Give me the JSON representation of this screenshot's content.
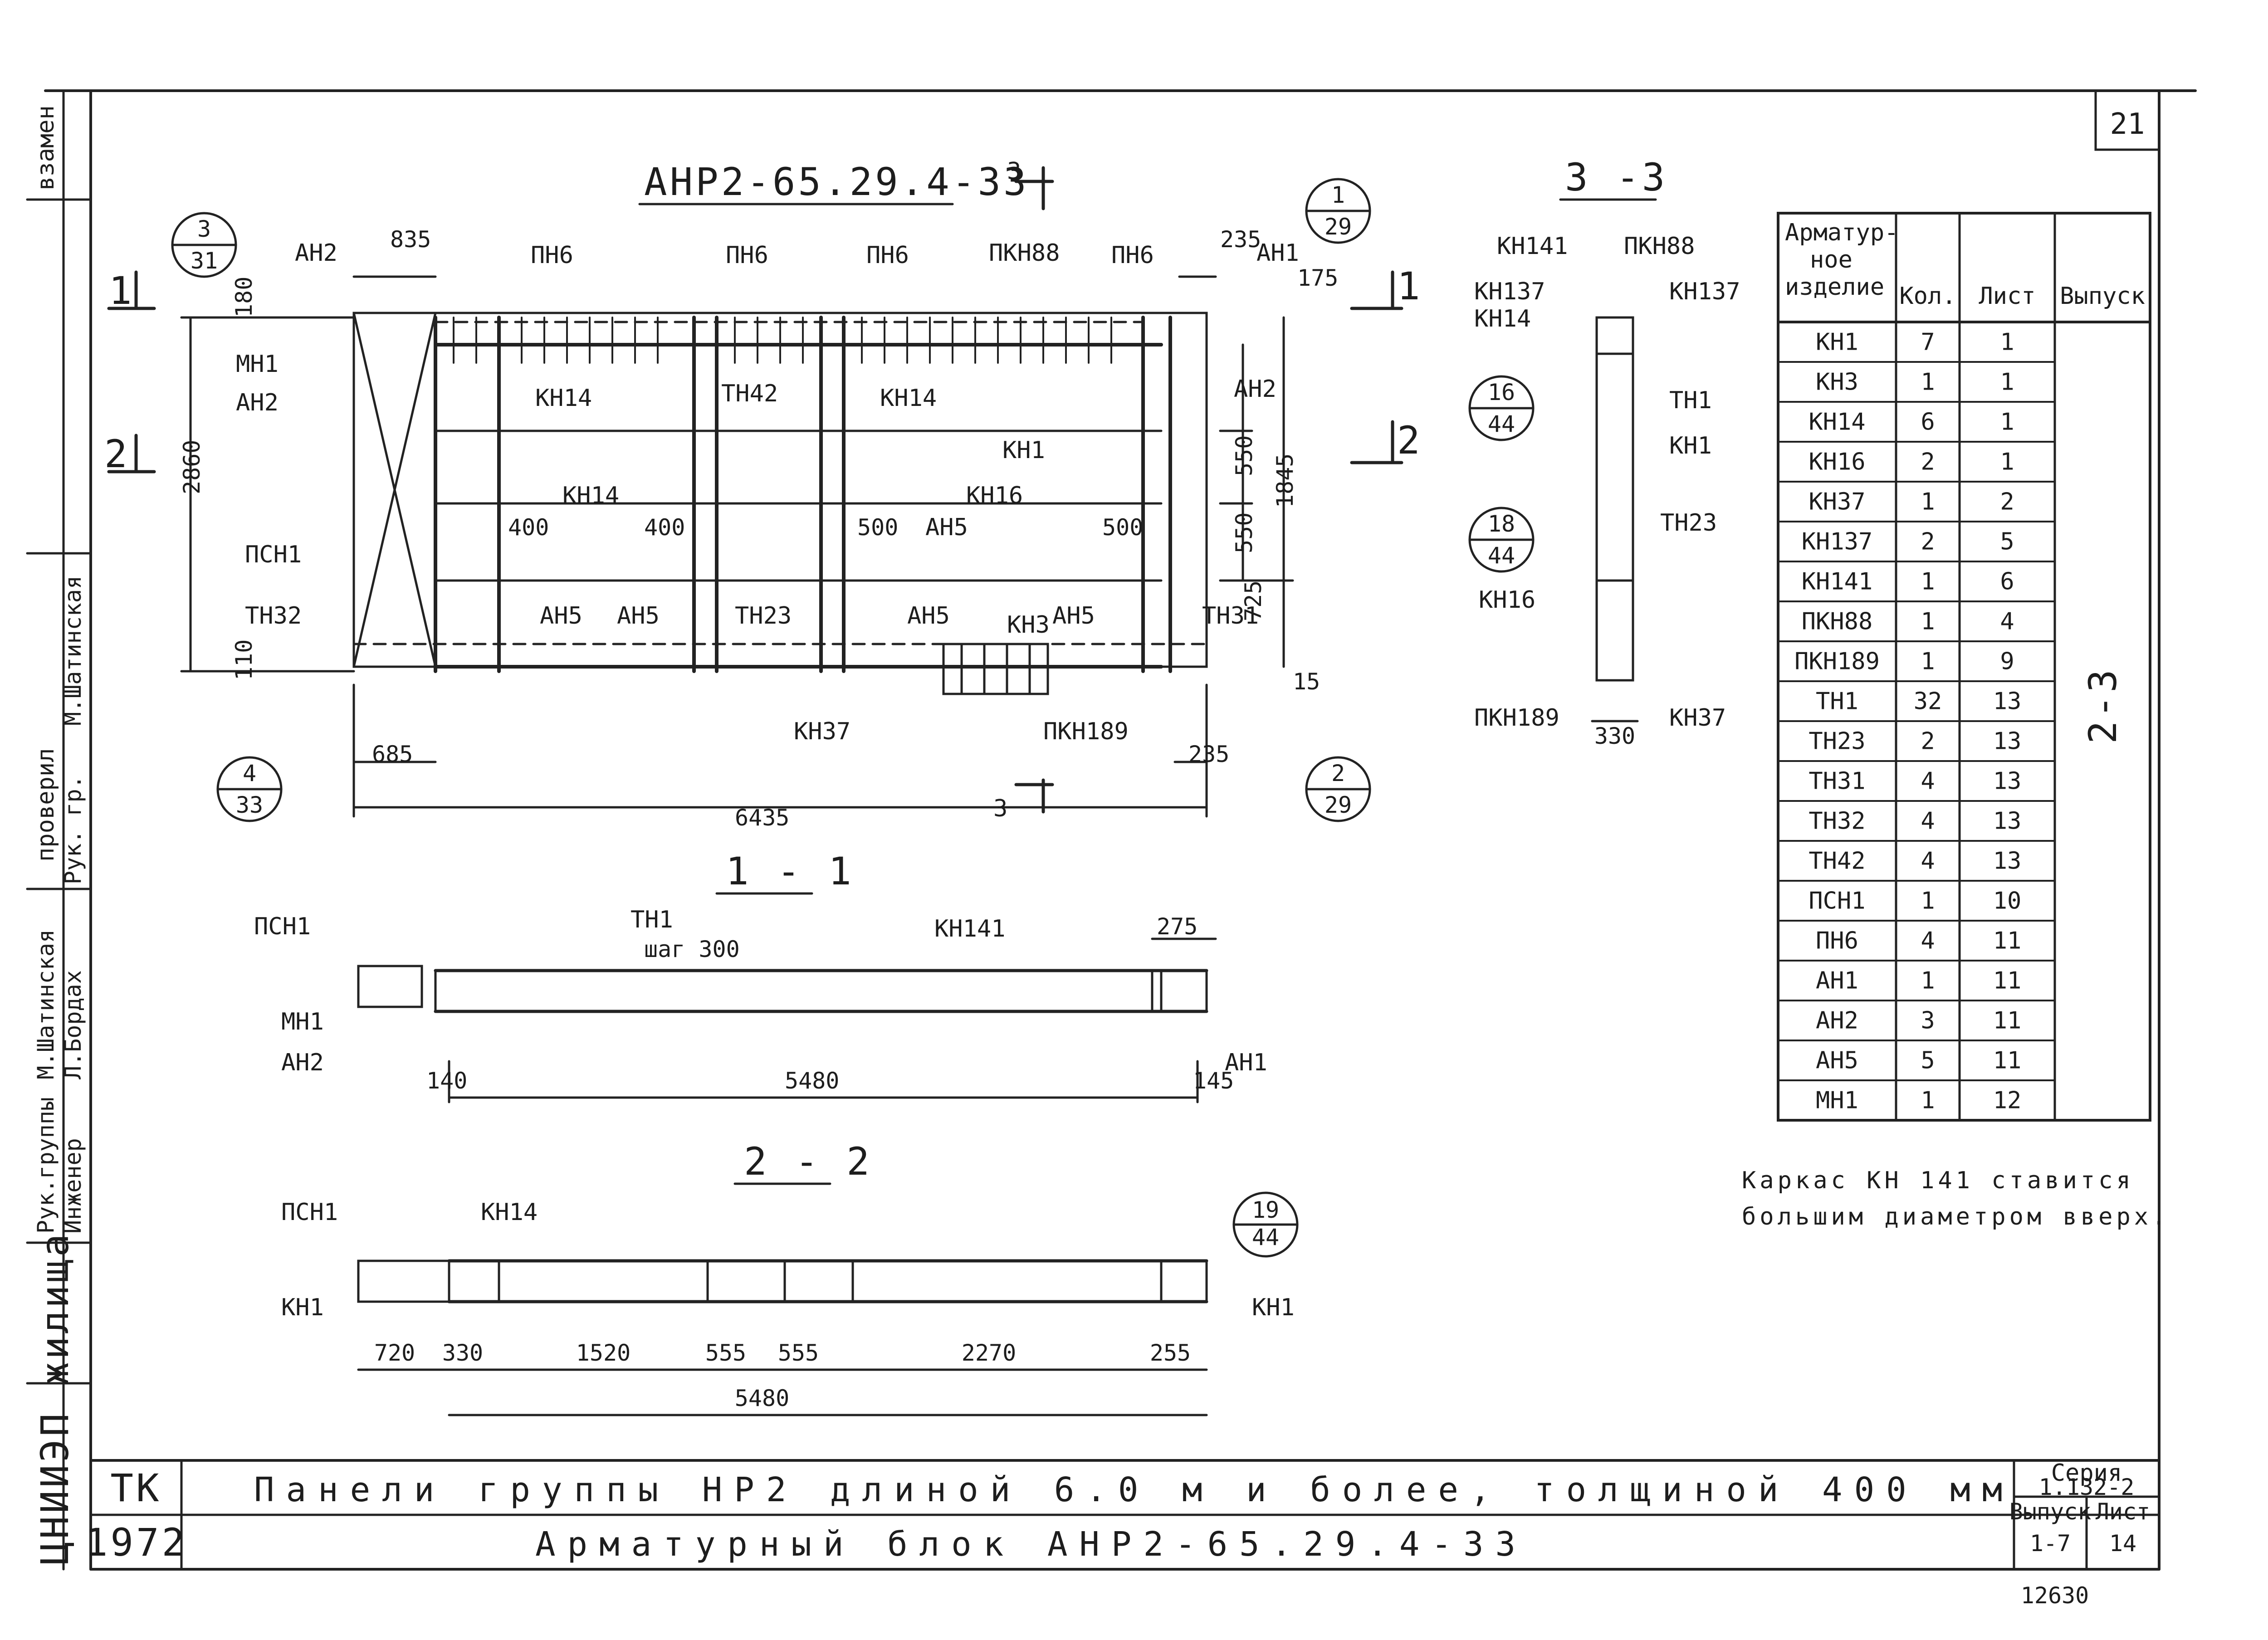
{
  "sheet_number": "21",
  "side_stamp": {
    "org": "ЦНИИЭП жилища",
    "vzamen": "взамен",
    "proveril": "проверил",
    "roles": [
      "Рук. гр.",
      "М.Шатинская",
      "Рук.группы",
      "Инженер",
      "М.Шатинская",
      "Л.Бордах"
    ]
  },
  "main_view": {
    "title": "АНР2-65.29.4-33",
    "section_mark": "3",
    "labels": [
      "АН2",
      "МН1",
      "АН2",
      "ПСН1",
      "ТН32",
      "ПН6",
      "ПН6",
      "ПН6",
      "ПКН88",
      "ПН6",
      "АН1",
      "КН14",
      "ТН42",
      "КН14",
      "КН1",
      "АН2",
      "КН14",
      "КН16",
      "АН5",
      "АН5",
      "АН5",
      "АН5",
      "АН5",
      "ТН23",
      "КН3",
      "ТН31",
      "КН37",
      "ПКН189"
    ],
    "dims": [
      "835",
      "235",
      "180",
      "175",
      "2860",
      "400",
      "400",
      "500",
      "500",
      "550",
      "550",
      "1845",
      "725",
      "110",
      "15",
      "685",
      "235",
      "6435"
    ],
    "callouts": [
      {
        "top": "3",
        "bottom": "31"
      },
      {
        "top": "1",
        "bottom": "29"
      },
      {
        "top": "4",
        "bottom": "33"
      },
      {
        "top": "2",
        "bottom": "29"
      }
    ],
    "cut_marks": [
      "1",
      "2",
      "1",
      "2"
    ]
  },
  "section_1_1": {
    "title": "1 - 1",
    "labels": [
      "ПСН1",
      "ТН1",
      "шаг 300",
      "КН141",
      "МН1",
      "АН2",
      "АН1"
    ],
    "dims": [
      "275",
      "140",
      "5480",
      "145"
    ]
  },
  "section_2_2": {
    "title": "2 - 2",
    "labels": [
      "ПСН1",
      "КН14",
      "КН1",
      "КН1"
    ],
    "dims": [
      "720",
      "330",
      "1520",
      "555",
      "555",
      "2270",
      "255",
      "5480"
    ],
    "callout": {
      "top": "19",
      "bottom": "44"
    }
  },
  "section_3_3": {
    "title": "3 -3",
    "labels": [
      "КН141",
      "ПКН88",
      "КН137",
      "КН137",
      "КН14",
      "ТН1",
      "КН1",
      "ТН23",
      "КН16",
      "ПКН189",
      "КН37"
    ],
    "dims": [
      "330"
    ],
    "callouts": [
      {
        "top": "16",
        "bottom": "44"
      },
      {
        "top": "18",
        "bottom": "44"
      }
    ]
  },
  "spec_table": {
    "headers": [
      "Арматур-ное изделие",
      "Кол.",
      "Лист",
      "Выпуск"
    ],
    "rows": [
      [
        "КН1",
        "7",
        "1"
      ],
      [
        "КН3",
        "1",
        "1"
      ],
      [
        "КН14",
        "6",
        "1"
      ],
      [
        "КН16",
        "2",
        "1"
      ],
      [
        "КН37",
        "1",
        "2"
      ],
      [
        "КН137",
        "2",
        "5"
      ],
      [
        "КН141",
        "1",
        "6"
      ],
      [
        "ПКН88",
        "1",
        "4"
      ],
      [
        "ПКН189",
        "1",
        "9"
      ],
      [
        "ТН1",
        "32",
        "13"
      ],
      [
        "ТН23",
        "2",
        "13"
      ],
      [
        "ТН31",
        "4",
        "13"
      ],
      [
        "ТН32",
        "4",
        "13"
      ],
      [
        "ТН42",
        "4",
        "13"
      ],
      [
        "ПСН1",
        "1",
        "10"
      ],
      [
        "ПН6",
        "4",
        "11"
      ],
      [
        "АН1",
        "1",
        "11"
      ],
      [
        "АН2",
        "3",
        "11"
      ],
      [
        "АН5",
        "5",
        "11"
      ],
      [
        "МН1",
        "1",
        "12"
      ]
    ],
    "vypusk_value": "2-3"
  },
  "note": [
    "Каркас КН 141 ставится",
    "большим диаметром вверх."
  ],
  "title_block": {
    "org": "ТК",
    "year": "1972",
    "line1": "Панели группы НР2 длиной 6.0 м и более, толщиной 400 мм",
    "line2": "Арматурный блок АНР2-65.29.4-33",
    "seria_label": "Серия",
    "seria_value": "1.132-2",
    "vypusk_label": "Выпуск",
    "vypusk_value": "1-7",
    "list_label": "Лист",
    "list_value": "14",
    "archive_number": "12630"
  }
}
